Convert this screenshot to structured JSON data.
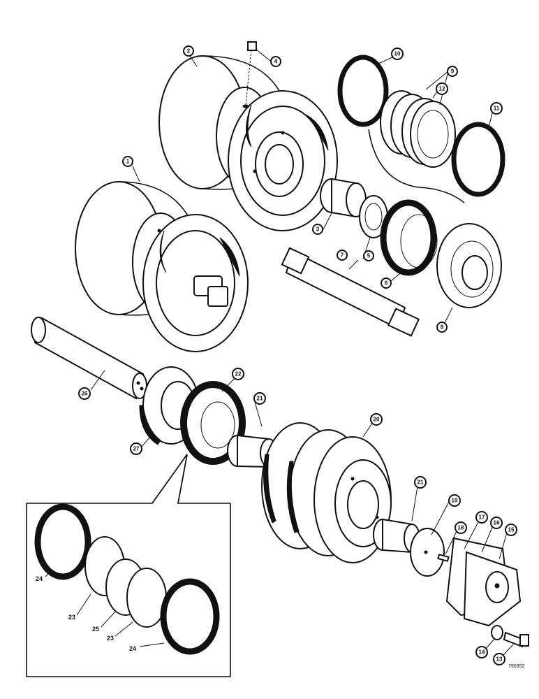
{
  "diagram": {
    "drawing_code": "790392",
    "callouts": [
      {
        "id": "c1",
        "label": "1"
      },
      {
        "id": "c2",
        "label": "2"
      },
      {
        "id": "c3",
        "label": "3"
      },
      {
        "id": "c4",
        "label": "4"
      },
      {
        "id": "c5",
        "label": "5"
      },
      {
        "id": "c6",
        "label": "6"
      },
      {
        "id": "c7",
        "label": "7"
      },
      {
        "id": "c8",
        "label": "8"
      },
      {
        "id": "c9",
        "label": "9"
      },
      {
        "id": "c10",
        "label": "10"
      },
      {
        "id": "c11",
        "label": "11"
      },
      {
        "id": "c12",
        "label": "12"
      },
      {
        "id": "c13",
        "label": "13"
      },
      {
        "id": "c14",
        "label": "14"
      },
      {
        "id": "c15",
        "label": "15"
      },
      {
        "id": "c16",
        "label": "16"
      },
      {
        "id": "c17",
        "label": "17"
      },
      {
        "id": "c18",
        "label": "18"
      },
      {
        "id": "c19",
        "label": "19"
      },
      {
        "id": "c20",
        "label": "20"
      },
      {
        "id": "c21a",
        "label": "21"
      },
      {
        "id": "c21b",
        "label": "21"
      },
      {
        "id": "c22",
        "label": "22"
      },
      {
        "id": "c26",
        "label": "26"
      },
      {
        "id": "c27",
        "label": "27"
      }
    ],
    "inset_labels": [
      {
        "id": "i24a",
        "label": "24"
      },
      {
        "id": "i23a",
        "label": "23"
      },
      {
        "id": "i25",
        "label": "25"
      },
      {
        "id": "i23b",
        "label": "23"
      },
      {
        "id": "i24b",
        "label": "24"
      }
    ]
  }
}
